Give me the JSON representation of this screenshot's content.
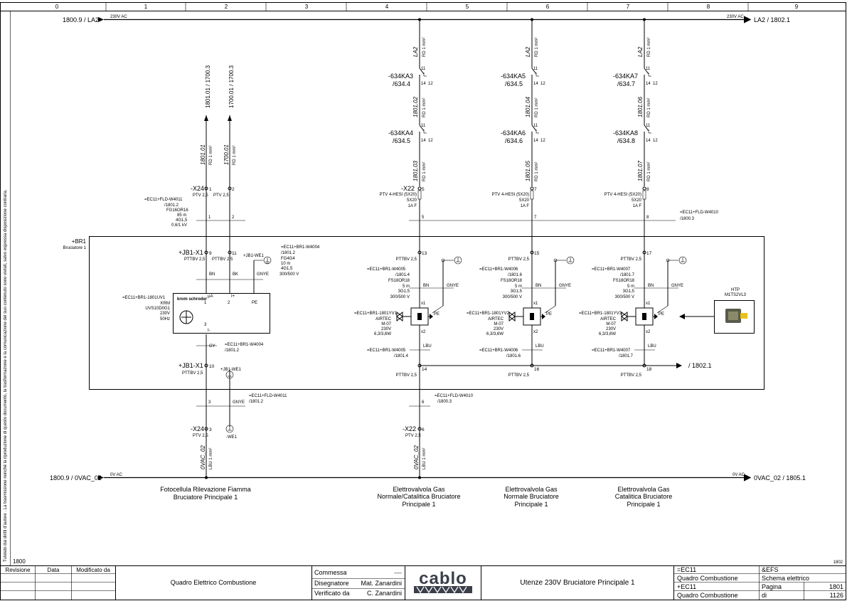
{
  "grid_columns": [
    "0",
    "1",
    "2",
    "3",
    "4",
    "5",
    "6",
    "7",
    "8",
    "9"
  ],
  "margin_note": "Tutelato dai diritti d'autore . La trasmissione nonché la riproduzione di questo documento, la trasformazione e la comunicazione del suo contenuto sono vietati, salvo espressa disposizione contraria.",
  "rails": {
    "top_left": "1800.9 / LA2",
    "top_left_voltage": "230V AC",
    "top_right": "LA2 / 1802.1",
    "top_right_voltage": "230V AC",
    "bottom_left": "1800.9 / 0VAC_02",
    "bottom_left_voltage": "0V AC",
    "bottom_right": "0VAC_02 / 1805.1",
    "bottom_right_voltage": "0V AC"
  },
  "burner": {
    "tag": "+BR1",
    "name": "Bruciatore 1"
  },
  "photocell": {
    "wires_up": [
      {
        "ref": "1801.01 / 1700.3",
        "label": "1801.01",
        "spec": "RD 1 mm²"
      },
      {
        "ref": "1700.01 / 1700.3",
        "label": "1700.01",
        "spec": "RD 1 mm²"
      }
    ],
    "x24_tag": "-X24",
    "x24_t1": "1",
    "x24_t2": "2",
    "ptv": "PTV 2,5",
    "ptv2": "PTV 2,5",
    "cable": [
      "=EC11+FLD-W4011",
      "/1801.2",
      "FG16OR16",
      "85 m",
      "4G1,5",
      "0,6/1 kV"
    ],
    "core1": "1",
    "core2": "2",
    "jb1_tag": "+JB1-X1",
    "jb1_t9": "9",
    "jb1_t11": "11",
    "pttbv": "PTTBV 2,5",
    "pttbv2": "PTTBV 2,5",
    "we1": "+JB1-WE1",
    "cable2": [
      "=EC11+BR1-W4004",
      "/1801.2",
      "FG4G4",
      "10 m",
      "4G1,5",
      "300/500 V"
    ],
    "bn": "BN",
    "bk": "BK",
    "gnye": "GNYE",
    "uv_tag": "=EC11+BR1-1801UV1",
    "uv_info": [
      "KRM",
      "UVS10D0G1",
      "230V",
      "50Hz"
    ],
    "brand": "krom schroder",
    "uv_pins": [
      "1",
      "2",
      "PE",
      "3"
    ],
    "uv_pin_marks": [
      "µA",
      "I+",
      "I-"
    ],
    "gy": "GY",
    "cable3": [
      "=EC11+BR1-W4004",
      "/1801.2"
    ],
    "jb1b_t10": "10",
    "pttbv3": "PTTBV 2,5",
    "we1b": "+JB1-WE1",
    "cable4": [
      "=EC11+FLD-W4011",
      "/1801.2"
    ],
    "core3": "3",
    "gnye2": "GNYE",
    "x24b_tag": "-X24",
    "x24b_t3": "3",
    "ptv3": "PTV 2,5",
    "we1c": "-WE1",
    "wire_down": "0VAC_02",
    "wire_down_spec": "LBU 1 mm²",
    "caption": [
      "Fotocellula Rilevazione Fiamma",
      "Bruciatore Principale 1"
    ]
  },
  "valves": [
    {
      "wire_top": "LA2",
      "wire_top_spec": "RD 1 mm²",
      "ka1": "-634KA3",
      "ka1_ref": "/634.4",
      "ka2": "-634KA4",
      "ka2_ref": "/634.5",
      "mid_wire": "1801.02",
      "mid_spec": "RD 1 mm²",
      "low_wire": "1801.03",
      "low_spec": "RD 1 mm²",
      "c11": "11",
      "c14": "14",
      "c12": "12",
      "x22": "-X22",
      "x22_t": "5",
      "fuse": "PTV 4-HESI (5X20)",
      "fuse2": "5X20",
      "fuse3": "1A F",
      "core": "5",
      "jb_t": "13",
      "pttbv": "PTTBV 2,5",
      "cable": [
        "=EC11+BR1-W4005",
        "/1801.4",
        "FS18OR18",
        "5 m",
        "3G1,5",
        "300/500 V"
      ],
      "bn": "BN",
      "gnye": "GNYE",
      "yv": "=EC11+BR1-1801YV1",
      "yv_info": [
        "AIRTEC",
        "M-07",
        "230V",
        "6,3/3,6W"
      ],
      "x1": "x1",
      "x2": "x2",
      "pe": "PE",
      "lbu": "LBU",
      "cable2": [
        "=EC11+BR1-W4005",
        "/1801.4"
      ],
      "jb_b": "14",
      "pttbv2": "PTTBV 2,5",
      "caption": [
        "Elettrovalvola Gas",
        "Normale/Catalitica Bruciatore",
        "Principale 1"
      ]
    },
    {
      "wire_top": "LA2",
      "wire_top_spec": "RD 1 mm²",
      "ka1": "-634KA5",
      "ka1_ref": "/634.5",
      "ka2": "-634KA6",
      "ka2_ref": "/634.6",
      "mid_wire": "1801.04",
      "mid_spec": "RD 1 mm²",
      "low_wire": "1801.05",
      "low_spec": "RD 1 mm²",
      "c11": "11",
      "c14": "14",
      "c12": "12",
      "x22": "",
      "x22_t": "7",
      "fuse": "PTV 4-HESI (5X20)",
      "fuse2": "5X20",
      "fuse3": "1A F",
      "core": "7",
      "jb_t": "15",
      "pttbv": "PTTBV 2,5",
      "cable": [
        "=EC11+BR1-W4006",
        "/1801.6",
        "FS18OR18",
        "5 m",
        "3G1,5",
        "300/500 V"
      ],
      "bn": "BN",
      "gnye": "GNYE",
      "yv": "=EC11+BR1-1801YV2",
      "yv_info": [
        "AIRTEC",
        "M-07",
        "230V",
        "6,3/3,6W"
      ],
      "x1": "x1",
      "x2": "x2",
      "pe": "PE",
      "lbu": "LBU",
      "cable2": [
        "=EC11+BR1-W4006",
        "/1801.6"
      ],
      "jb_b": "16",
      "pttbv2": "PTTBV 2,5",
      "caption": [
        "Elettrovalvola Gas",
        "Normale Bruciatore",
        "Principale 1"
      ]
    },
    {
      "wire_top": "LA2",
      "wire_top_spec": "RD 1 mm²",
      "ka1": "-634KA7",
      "ka1_ref": "/634.7",
      "ka2": "-634KA8",
      "ka2_ref": "/634.8",
      "mid_wire": "1801.06",
      "mid_spec": "RD 1 mm²",
      "low_wire": "1801.07",
      "low_spec": "RD 1 mm²",
      "c11": "11",
      "c14": "14",
      "c12": "12",
      "x22": "",
      "x22_t": "8",
      "fuse": "PTV 4-HESI (5X20)",
      "fuse2": "5X20",
      "fuse3": "1A F",
      "core": "8",
      "jb_t": "17",
      "pttbv": "PTTBV 2,5",
      "cable": [
        "=EC11+BR1-W4007",
        "/1801.7",
        "FS18OR18",
        "5 m",
        "3G1,5",
        "300/500 V"
      ],
      "bn": "BN",
      "gnye": "GNYE",
      "yv": "=EC11+BR1-1801YV3",
      "yv_info": [
        "AIRTEC",
        "M-07",
        "230V",
        "6,3/3,6W"
      ],
      "x1": "x1",
      "x2": "x2",
      "pe": "PE",
      "lbu": "LBU",
      "cable2": [
        "=EC11+BR1-W4007",
        "/1801.7"
      ],
      "jb_b": "18",
      "pttbv2": "PTTBV 2,5",
      "caption": [
        "Elettrovalvola Gas",
        "Catalitica Bruciatore",
        "Principale 1"
      ]
    }
  ],
  "fld_cable_top": [
    "=EC11+FLD-W4010",
    "/1800.3"
  ],
  "fld_cable_bottom": [
    "=EC11+FLD-W4010",
    "/1800.3"
  ],
  "x22_bottom": {
    "tag": "-X22",
    "core": "6",
    "t": "6",
    "ptv": "PTV 2,5",
    "wire": "0VAC_02",
    "spec": "LBU 1 mm²"
  },
  "bus_right": "/ 1802.1",
  "htp": {
    "label": "HTP",
    "model": "M1TS2VL3"
  },
  "page_left": "1800",
  "page_right": "1802",
  "title_block": {
    "revision_headers": [
      "Revisione",
      "Data",
      "Modificato da"
    ],
    "project": "Quadro Elettrico Combustione",
    "commessa_label": "Commessa",
    "commessa_value": "----",
    "disegnatore_label": "Disegnatore",
    "disegnatore_value": "Mat. Zanardini",
    "verificato_label": "Verificato da",
    "verificato_value": "C. Zanardini",
    "logo": "cablo",
    "description": "Utenze 230V Bruciatore Principale 1",
    "r1_left": "=EC11",
    "r1_right": "&EFS",
    "r2_left": "Quadro Combustione",
    "r2_right": "Schema elettrico",
    "r3_left": "+EC11",
    "r3_mid": "Pagina",
    "r3_right": "1801",
    "r4_left": "Quadro Combustione",
    "r4_mid": "di",
    "r4_right": "1126"
  }
}
